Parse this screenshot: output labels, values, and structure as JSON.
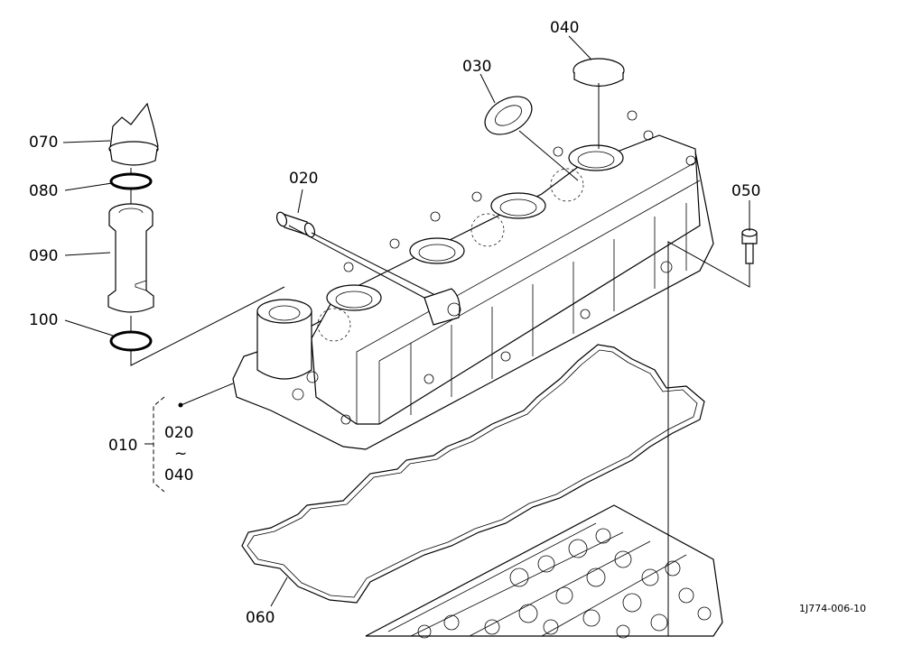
{
  "callouts": {
    "p010": "010",
    "p020": "020",
    "p030": "030",
    "p040": "040",
    "p050": "050",
    "p060": "060",
    "p070": "070",
    "p080": "080",
    "p090": "090",
    "p100": "100"
  },
  "bracket": {
    "from": "020",
    "tilde": "~",
    "to": "040"
  },
  "figure_ref": "1J774-006-10"
}
